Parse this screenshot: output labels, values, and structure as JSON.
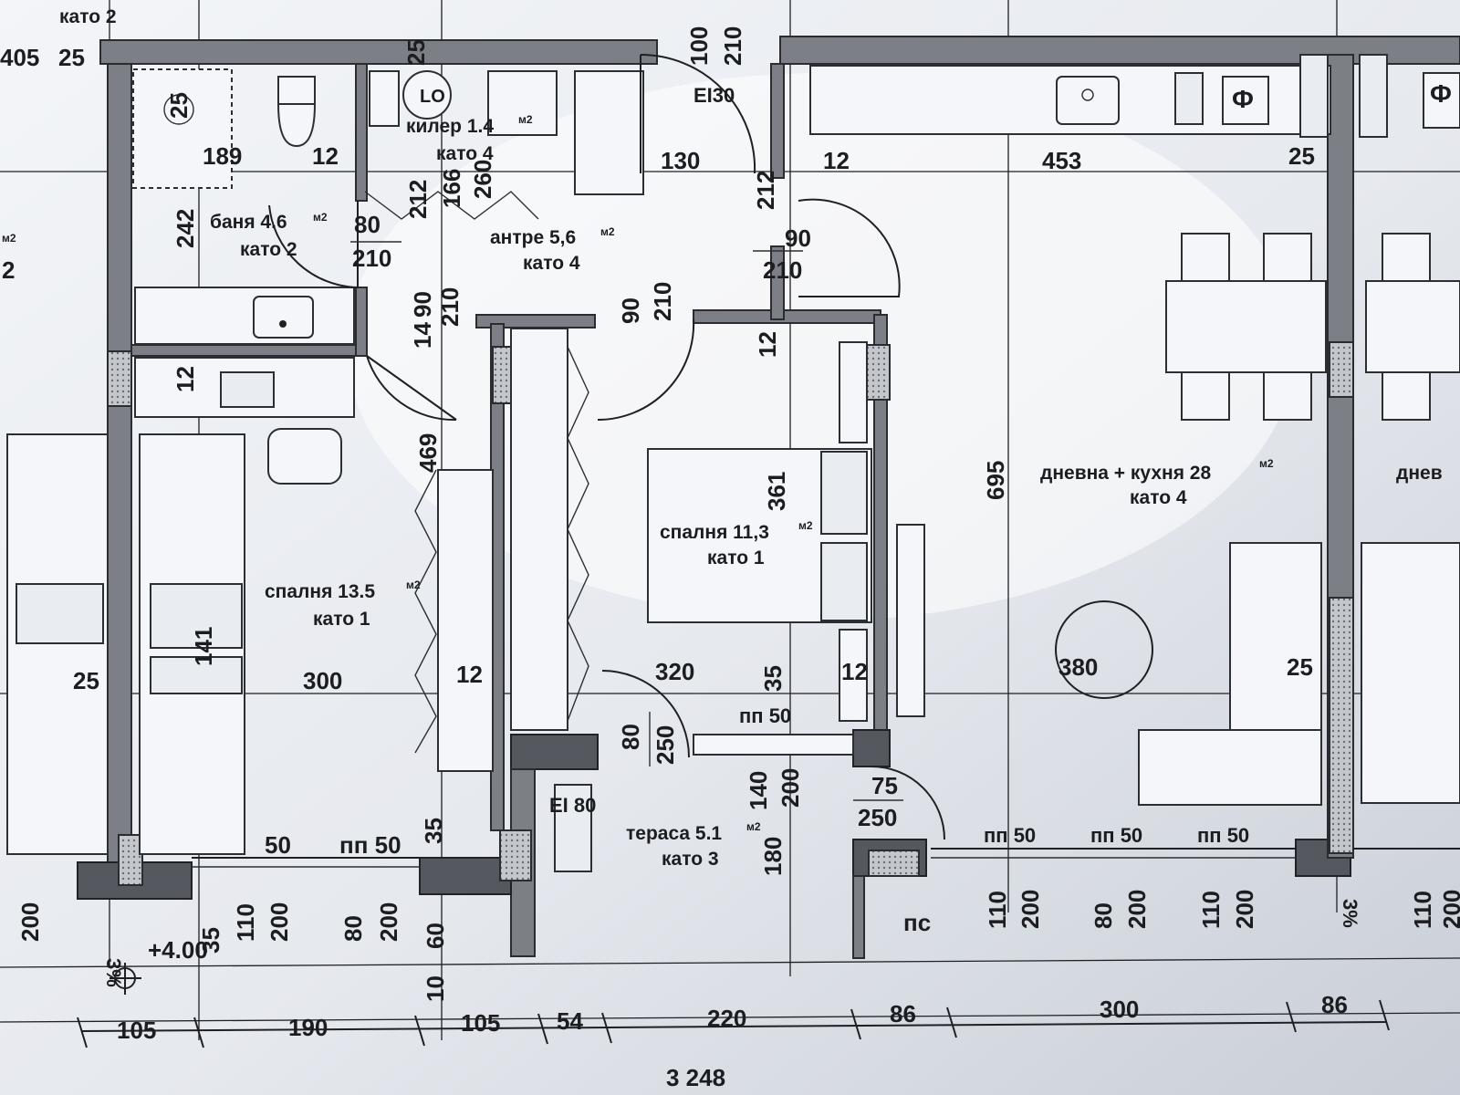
{
  "rooms": {
    "bath": {
      "name": "баня 4.6",
      "unit": "м2",
      "floor": "като 2"
    },
    "storage": {
      "name": "килер 1.4",
      "unit": "м2",
      "floor": "като 4"
    },
    "hall": {
      "name": "антре 5,6",
      "unit": "м2",
      "floor": "като 4"
    },
    "bedroom_left": {
      "name": "спалня 13.5",
      "unit": "м2",
      "floor": "като 1"
    },
    "bedroom_mid": {
      "name": "спалня 11,3",
      "unit": "м2",
      "floor": "като 1"
    },
    "living": {
      "name": "дневна + кухня 28",
      "unit": "м2",
      "floor": "като 4"
    },
    "terrace": {
      "name": "тераса 5.1",
      "unit": "м2",
      "floor": "като 3"
    },
    "top_left_floor": "като 2",
    "right_cut": "днев",
    "left_cut_unit": "м2",
    "left_cut_num": "2"
  },
  "labels": {
    "door_ei30": "EI30",
    "door_ei80": "EI 80",
    "pc": "пс",
    "level": "+4.00",
    "slope": "3%",
    "pp50": "пп 50"
  },
  "dims": {
    "d405": "405",
    "d25a": "25",
    "d25b": "25",
    "d25c": "25",
    "d25d": "25",
    "d25e": "25",
    "d25f": "25",
    "d189": "189",
    "d12a": "12",
    "d12b": "12",
    "d12c": "12",
    "d12d": "12",
    "d12e": "12",
    "d12f": "12",
    "d130": "130",
    "d453": "453",
    "d100": "100",
    "d210a": "210",
    "d242": "242",
    "d80a": "80",
    "d210b": "210",
    "d212a": "212",
    "d166": "166",
    "d260": "260",
    "d212b": "212",
    "d90a": "90",
    "d210c": "210",
    "d90b": "90",
    "d210d": "210",
    "d14": "14",
    "d90c": "90",
    "d210e": "210",
    "d469": "469",
    "d361": "361",
    "d695": "695",
    "d141": "141",
    "d300a": "300",
    "d320": "320",
    "d35a": "35",
    "d380": "380",
    "d80b": "80",
    "d250a": "250",
    "d140": "140",
    "d200a": "200",
    "d180": "180",
    "d75": "75",
    "d250b": "250",
    "d50": "50",
    "d35b": "35",
    "d35c": "35",
    "d110a": "110",
    "d200b": "200",
    "d80c": "80",
    "d200c": "200",
    "d60": "60",
    "d10": "10",
    "d200d": "200",
    "d110b": "110",
    "d200e": "200",
    "d80d": "80",
    "d200f": "200",
    "d110c": "110",
    "d200g": "200",
    "d110d": "110",
    "d200h": "200",
    "b105a": "105",
    "b190": "190",
    "b105b": "105",
    "b54": "54",
    "b220": "220",
    "b86a": "86",
    "b300": "300",
    "b86b": "86",
    "total": "3 248"
  }
}
